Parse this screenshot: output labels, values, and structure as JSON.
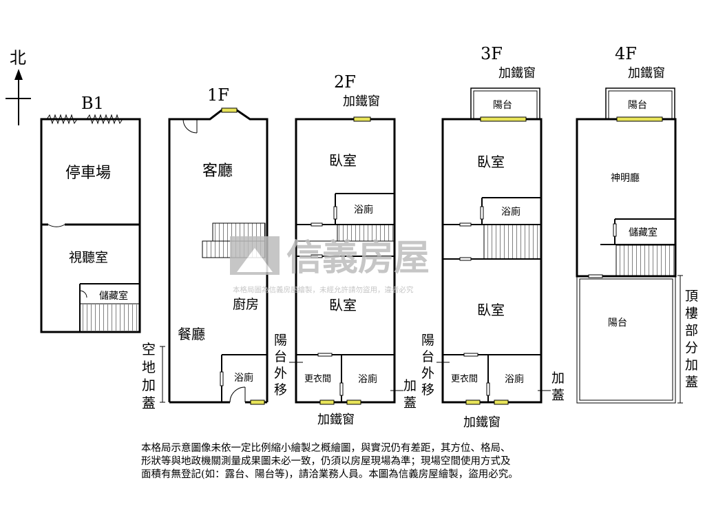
{
  "compass": {
    "north": "北"
  },
  "floors": {
    "b1": "B1",
    "f1": "1F",
    "f2": "2F",
    "f3": "3F",
    "f4": "4F"
  },
  "rooms": {
    "parking": "停車場",
    "av_room": "視聽室",
    "storage": "儲藏室",
    "living": "客廳",
    "kitchen": "廚房",
    "dining": "餐廳",
    "bath": "浴廁",
    "bedroom": "臥室",
    "walkin": "更衣間",
    "balcony": "陽台",
    "shrine": "神明廳"
  },
  "notes": {
    "iron_window": "加鐵窗",
    "added_roof": "加蓋",
    "vacant_lot_addition": "空地加蓋",
    "balcony_moved_out": "陽台外移",
    "rooftop_partial_addition": "頂樓部分加蓋"
  },
  "watermark": {
    "brand": "信義房屋",
    "sub": "本格局圖為信義房屋繪製，未經允許請勿盜用，違者必究"
  },
  "disclaimer": [
    "本格局示意圖像未依一定比例縮小繪製之概繪圖，與實況仍有差距，其方位、格局、",
    "形狀等與地政機關測量成果圖未必一致，仍須以房屋現場為準；現場空間使用方式及",
    "面積有無登記(如：露台、陽台等)，請洽業務人員。本圖為信義房屋繪製，盜用必究。"
  ],
  "colors": {
    "wall": "#000000",
    "window": "#e8e45a",
    "watermark": "#bdbdbd"
  }
}
